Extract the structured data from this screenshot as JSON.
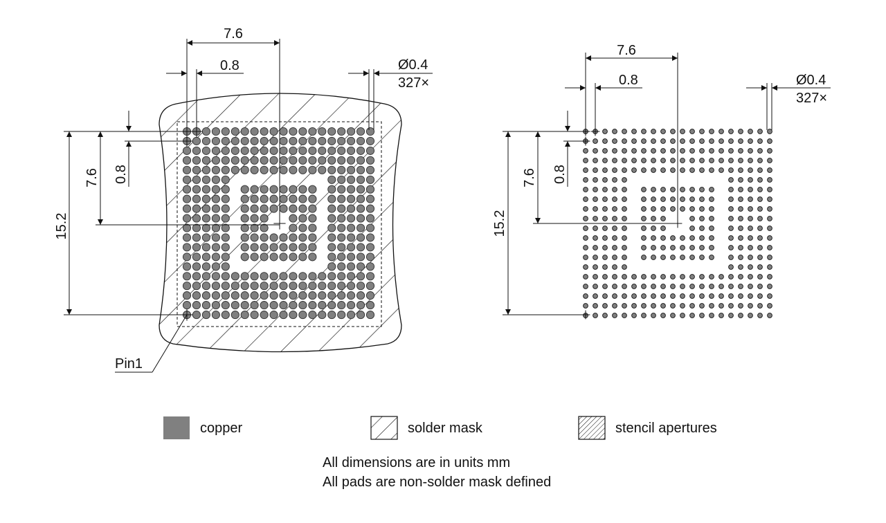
{
  "colors": {
    "line": "#111111",
    "copper": "#808080",
    "background": "#ffffff"
  },
  "left_view": {
    "dim_pitch_x": "7.6",
    "dim_pad_pitch_x": "0.8",
    "dim_diameter": "Ø0.4",
    "dim_count": "327×",
    "dim_span_y": "15.2",
    "dim_half_y": "7.6",
    "dim_pad_pitch_y": "0.8",
    "pin1_label": "Pin1"
  },
  "right_view": {
    "dim_pitch_x": "7.6",
    "dim_pad_pitch_x": "0.8",
    "dim_diameter": "Ø0.4",
    "dim_count": "327×",
    "dim_span_y": "15.2",
    "dim_half_y": "7.6",
    "dim_pad_pitch_y": "0.8"
  },
  "legend": [
    {
      "key": "copper",
      "label": "copper",
      "swatch": "solid-fill"
    },
    {
      "key": "solder_mask",
      "label": "solder mask",
      "swatch": "sparse-hatch"
    },
    {
      "key": "stencil",
      "label": "stencil apertures",
      "swatch": "dense-hatch"
    }
  ],
  "notes": [
    "All dimensions are in units mm",
    "All pads are non-solder mask defined"
  ]
}
